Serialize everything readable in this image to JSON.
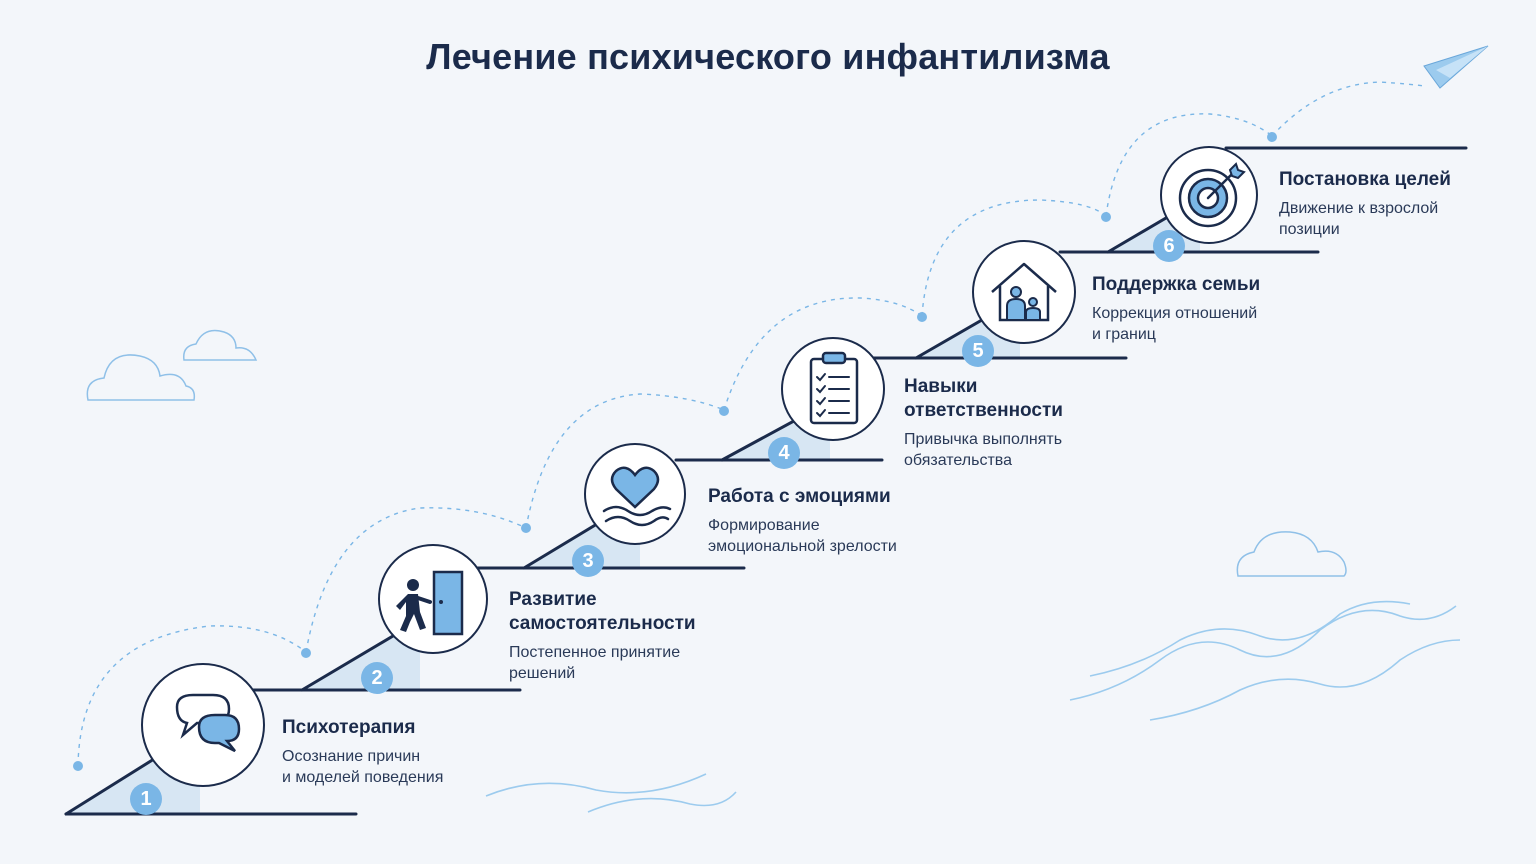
{
  "title": "Лечение психического инфантилизма",
  "steps": [
    {
      "number": "1",
      "title": "Психотерапия",
      "desc_line1": "Осознание причин",
      "desc_line2": "и моделей поведения",
      "icon": "speech-bubbles-icon"
    },
    {
      "number": "2",
      "title_line1": "Развитие",
      "title_line2": "самостоятельности",
      "desc_line1": "Постепенное принятие",
      "desc_line2": "решений",
      "icon": "person-door-icon"
    },
    {
      "number": "3",
      "title": "Работа с эмоциями",
      "desc_line1": "Формирование",
      "desc_line2": "эмоциональной зрелости",
      "icon": "heart-waves-icon"
    },
    {
      "number": "4",
      "title_line1": "Навыки",
      "title_line2": "ответственности",
      "desc_line1": "Привычка выполнять",
      "desc_line2": "обязательства",
      "icon": "checklist-icon"
    },
    {
      "number": "5",
      "title": "Поддержка семьи",
      "desc_line1": "Коррекция отношений",
      "desc_line2": "и границ",
      "icon": "family-house-icon"
    },
    {
      "number": "6",
      "title": "Постановка целей",
      "desc_line1": "Движение к взрослой",
      "desc_line2": "позиции",
      "icon": "target-arrow-icon"
    }
  ],
  "colors": {
    "navy": "#1b2b4b",
    "accent": "#7ab6e6",
    "background": "#f3f6fa"
  }
}
